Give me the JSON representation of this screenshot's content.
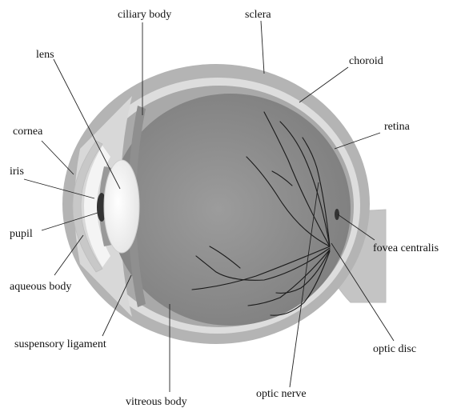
{
  "diagram": {
    "labels": {
      "ciliary_body": "ciliary body",
      "sclera": "sclera",
      "lens": "lens",
      "choroid": "choroid",
      "cornea": "cornea",
      "retina": "retina",
      "iris": "iris",
      "pupil": "pupil",
      "fovea_centralis": "fovea centralis",
      "aqueous_body": "aqueous body",
      "suspensory_ligament": "suspensory ligament",
      "optic_disc": "optic disc",
      "optic_nerve": "optic nerve",
      "vitreous_body": "vitreous body"
    }
  },
  "colors": {
    "sclera": "#b4b4b4",
    "choroid": "#dddddd",
    "retina_layer": "#a8a8a8",
    "vitreous": "#8c8c8c",
    "lens": "#ffffff",
    "iris": "#999999",
    "pupil": "#333333"
  }
}
